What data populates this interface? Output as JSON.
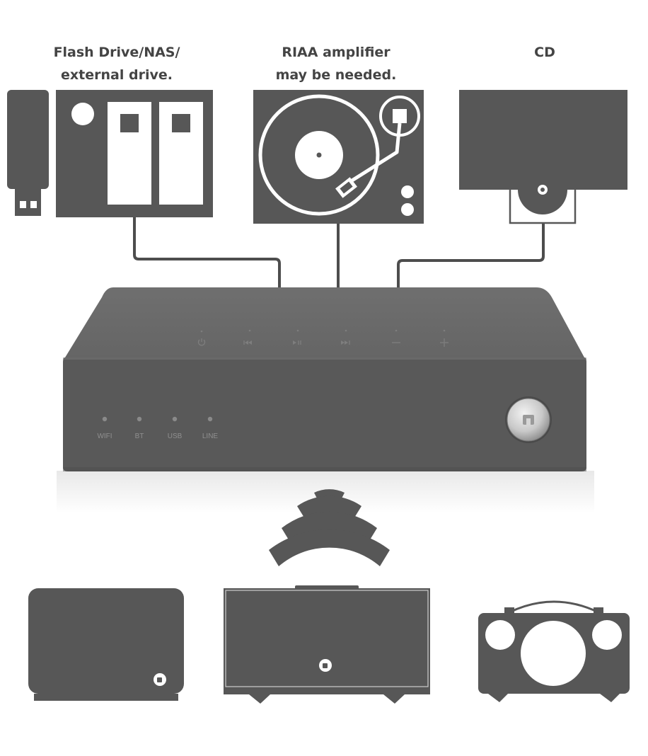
{
  "sources": [
    {
      "id": "storage",
      "label": "Flash Drive/NAS/\nexternal drive."
    },
    {
      "id": "turntable",
      "label": "RIAA amplifier\nmay be needed."
    },
    {
      "id": "cd",
      "label": "CD"
    }
  ],
  "hub": {
    "indicators": [
      "WIFI",
      "BT",
      "USB",
      "LINE"
    ],
    "top_buttons": [
      "power-icon",
      "previous-icon",
      "play-pause-icon",
      "next-icon",
      "volume-down-icon",
      "volume-up-icon"
    ]
  },
  "speakers": [
    "speaker-wide",
    "speaker-box",
    "speaker-retro"
  ],
  "colors": {
    "device": "#575757",
    "cable": "#4d4d4d",
    "hub_top": "#6c6c6c",
    "hub_front": "#595959",
    "label": "#444444"
  }
}
